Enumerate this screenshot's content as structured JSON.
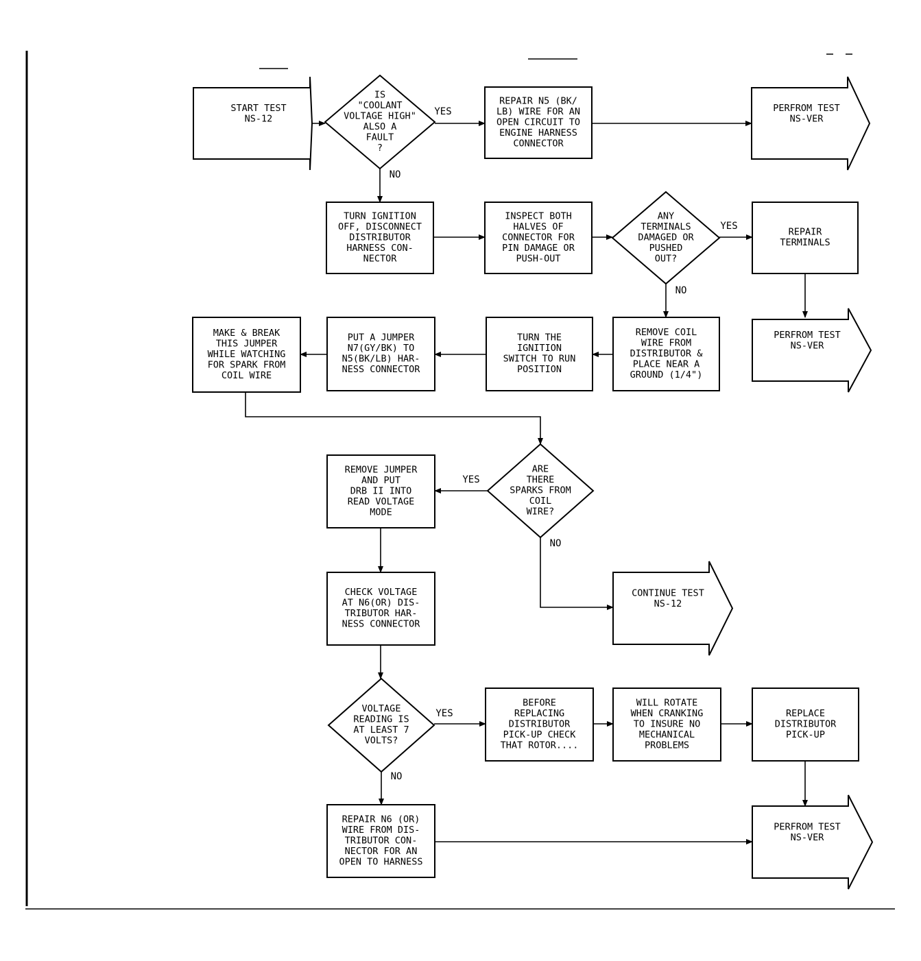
{
  "nodes": {
    "start": {
      "shape": "arrow",
      "lines": [
        "START TEST",
        "NS-12"
      ]
    },
    "d_coolant": {
      "shape": "diamond",
      "lines": [
        "IS",
        "\"COOLANT",
        "VOLTAGE HIGH\"",
        "ALSO A",
        "FAULT",
        "?"
      ]
    },
    "repair_n5": {
      "shape": "box",
      "lines": [
        "REPAIR N5 (BK/",
        "LB) WIRE FOR AN",
        "OPEN CIRCUIT TO",
        "ENGINE HARNESS",
        "CONNECTOR"
      ]
    },
    "perf1": {
      "shape": "arrow",
      "lines": [
        "PERFROM TEST",
        "NS-VER"
      ]
    },
    "turn_off": {
      "shape": "box",
      "lines": [
        "TURN IGNITION",
        "OFF, DISCONNECT",
        "DISTRIBUTOR",
        "HARNESS CON-",
        "NECTOR"
      ]
    },
    "inspect": {
      "shape": "box",
      "lines": [
        "INSPECT BOTH",
        "HALVES OF",
        "CONNECTOR FOR",
        "PIN DAMAGE OR",
        "PUSH-OUT"
      ]
    },
    "d_terminals": {
      "shape": "diamond",
      "lines": [
        "ANY",
        "TERMINALS",
        "DAMAGED OR",
        "PUSHED",
        "OUT?"
      ]
    },
    "repair_term": {
      "shape": "box",
      "lines": [
        "REPAIR",
        "TERMINALS"
      ]
    },
    "perf2": {
      "shape": "arrow",
      "lines": [
        "PERFROM TEST",
        "NS-VER"
      ]
    },
    "remove_coil": {
      "shape": "box",
      "lines": [
        "REMOVE COIL",
        "WIRE FROM",
        "DISTRIBUTOR &",
        "PLACE NEAR A",
        "GROUND (1/4\")"
      ]
    },
    "turn_run": {
      "shape": "box",
      "lines": [
        "TURN THE",
        "IGNITION",
        "SWITCH TO RUN",
        "POSITION"
      ]
    },
    "jumper": {
      "shape": "box",
      "lines": [
        "PUT A JUMPER",
        "N7(GY/BK) TO",
        "N5(BK/LB) HAR-",
        "NESS CONNECTOR"
      ]
    },
    "make_break": {
      "shape": "box",
      "lines": [
        "MAKE & BREAK",
        "THIS JUMPER",
        "WHILE WATCHING",
        "FOR SPARK FROM",
        "COIL WIRE"
      ]
    },
    "d_sparks": {
      "shape": "diamond",
      "lines": [
        "ARE",
        "THERE",
        "SPARKS FROM",
        "COIL",
        "WIRE?"
      ]
    },
    "remove_jmp": {
      "shape": "box",
      "lines": [
        "REMOVE JUMPER",
        "AND PUT",
        "DRB II INTO",
        "READ VOLTAGE",
        "MODE"
      ]
    },
    "continue": {
      "shape": "arrow",
      "lines": [
        "CONTINUE TEST",
        "NS-12"
      ]
    },
    "check_v": {
      "shape": "box",
      "lines": [
        "CHECK VOLTAGE",
        "AT N6(OR) DIS-",
        "TRIBUTOR HAR-",
        "NESS CONNECTOR"
      ]
    },
    "d_volts": {
      "shape": "diamond",
      "lines": [
        "VOLTAGE",
        "READING IS",
        "AT LEAST 7",
        "VOLTS?"
      ]
    },
    "before": {
      "shape": "box",
      "lines": [
        "BEFORE",
        "REPLACING",
        "DISTRIBUTOR",
        "PICK-UP CHECK",
        "THAT ROTOR...."
      ]
    },
    "rotate": {
      "shape": "box",
      "lines": [
        "WILL ROTATE",
        "WHEN CRANKING",
        "TO INSURE NO",
        "MECHANICAL",
        "PROBLEMS"
      ]
    },
    "replace": {
      "shape": "box",
      "lines": [
        "REPLACE",
        "DISTRIBUTOR",
        "PICK-UP"
      ]
    },
    "repair_n6": {
      "shape": "box",
      "lines": [
        "REPAIR N6 (OR)",
        "WIRE FROM DIS-",
        "TRIBUTOR CON-",
        "NECTOR FOR AN",
        "OPEN TO HARNESS"
      ]
    },
    "perf3": {
      "shape": "arrow",
      "lines": [
        "PERFROM TEST",
        "NS-VER"
      ]
    }
  },
  "edges": [
    {
      "from": "start",
      "to": "d_coolant"
    },
    {
      "from": "d_coolant",
      "to": "repair_n5",
      "label": "YES"
    },
    {
      "from": "repair_n5",
      "to": "perf1"
    },
    {
      "from": "d_coolant",
      "to": "turn_off",
      "label": "NO"
    },
    {
      "from": "turn_off",
      "to": "inspect"
    },
    {
      "from": "inspect",
      "to": "d_terminals"
    },
    {
      "from": "d_terminals",
      "to": "repair_term",
      "label": "YES"
    },
    {
      "from": "repair_term",
      "to": "perf2"
    },
    {
      "from": "d_terminals",
      "to": "remove_coil",
      "label": "NO"
    },
    {
      "from": "remove_coil",
      "to": "turn_run"
    },
    {
      "from": "turn_run",
      "to": "jumper"
    },
    {
      "from": "jumper",
      "to": "make_break"
    },
    {
      "from": "make_break",
      "to": "d_sparks"
    },
    {
      "from": "d_sparks",
      "to": "remove_jmp",
      "label": "YES"
    },
    {
      "from": "d_sparks",
      "to": "continue",
      "label": "NO"
    },
    {
      "from": "remove_jmp",
      "to": "check_v"
    },
    {
      "from": "check_v",
      "to": "d_volts"
    },
    {
      "from": "d_volts",
      "to": "before",
      "label": "YES"
    },
    {
      "from": "before",
      "to": "rotate"
    },
    {
      "from": "rotate",
      "to": "replace"
    },
    {
      "from": "replace",
      "to": "perf3"
    },
    {
      "from": "d_volts",
      "to": "repair_n6",
      "label": "NO"
    },
    {
      "from": "repair_n6",
      "to": "perf3"
    }
  ]
}
